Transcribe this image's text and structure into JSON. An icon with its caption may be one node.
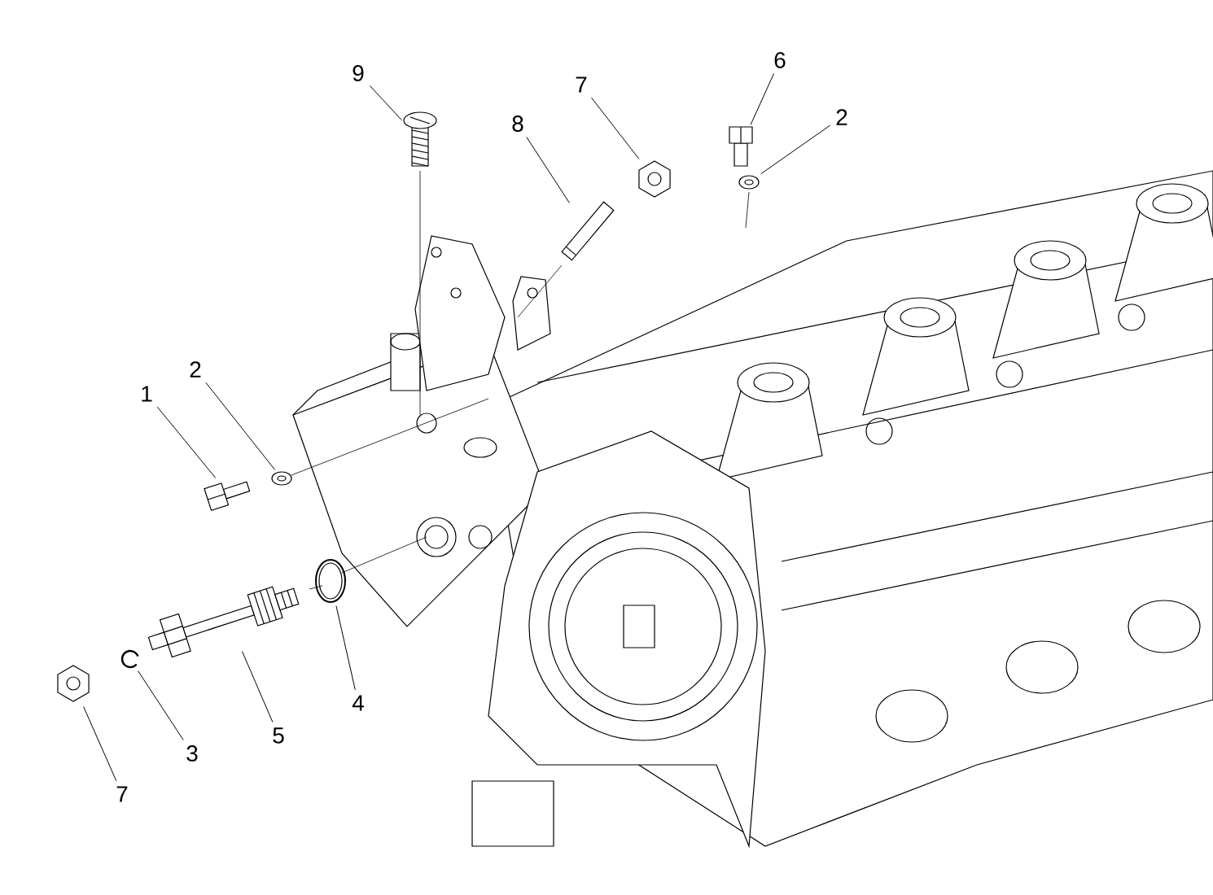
{
  "diagram": {
    "nodes": [
      {
        "text": [
          "9"
        ]
      },
      {
        "text": [
          "8"
        ]
      },
      {
        "text": [
          "7"
        ]
      },
      {
        "text": [
          "6"
        ]
      },
      {
        "text": [
          "2"
        ]
      },
      {
        "text": [
          "1"
        ]
      },
      {
        "text": [
          "2"
        ]
      },
      {
        "text": [
          "5"
        ]
      },
      {
        "text": [
          "4"
        ]
      },
      {
        "text": [
          "3"
        ]
      },
      {
        "text": [
          "7"
        ]
      },
      {
        "text": [],
        "shape": "picture"
      },
      {
        "text": [],
        "shape": "picture"
      },
      {
        "text": [],
        "shape": "picture"
      },
      {
        "text": [],
        "shape": "picture"
      },
      {
        "text": [],
        "shape": "picture"
      },
      {
        "text": [],
        "shape": "picture"
      },
      {
        "text": [],
        "shape": "picture"
      },
      {
        "text": [],
        "shape": "picture"
      },
      {
        "text": [],
        "shape": "picture"
      },
      {
        "text": [],
        "shape": "picture"
      },
      {
        "text": [],
        "shape": "picture"
      }
    ],
    "edges": [
      {
        "from": 0,
        "to": 11,
        "arrow": "none"
      },
      {
        "from": 1,
        "to": 12,
        "arrow": "none"
      },
      {
        "from": 2,
        "to": 13,
        "arrow": "none"
      },
      {
        "from": 3,
        "to": 14,
        "arrow": "none"
      },
      {
        "from": 4,
        "to": 15,
        "arrow": "none"
      },
      {
        "from": 5,
        "to": 16,
        "arrow": "none"
      },
      {
        "from": 6,
        "to": 17,
        "arrow": "none"
      },
      {
        "from": 7,
        "to": 18,
        "arrow": "none"
      },
      {
        "from": 8,
        "to": 19,
        "arrow": "none"
      },
      {
        "from": 9,
        "to": 20,
        "arrow": "none"
      },
      {
        "from": 10,
        "to": 21,
        "arrow": "none"
      }
    ]
  }
}
